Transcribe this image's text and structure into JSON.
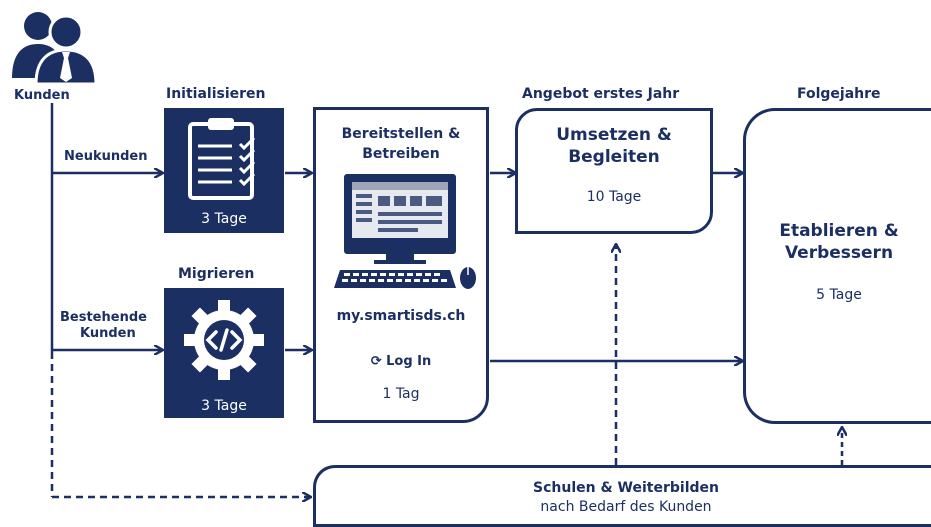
{
  "customers_label": "Kunden",
  "new_customers_label": "Neukunden",
  "existing_customers_label_line1": "Bestehende",
  "existing_customers_label_line2": "Kunden",
  "initialize": {
    "title": "Initialisieren",
    "duration": "3 Tage",
    "icon": "clipboard-checklist-icon"
  },
  "migrate": {
    "title": "Migrieren",
    "duration": "3 Tage",
    "icon": "gear-code-icon"
  },
  "provide": {
    "title_line1": "Bereitstellen &",
    "title_line2": "Betreiben",
    "url": "my.smartisds.ch",
    "login": "Log In",
    "duration": "1 Tag",
    "icon": "computer-icon"
  },
  "first_year_offer": {
    "header": "Angebot erstes Jahr",
    "title_line1": "Umsetzen &",
    "title_line2": "Begleiten",
    "duration": "10 Tage"
  },
  "following_years": {
    "header": "Folgejahre",
    "title_line1": "Etablieren &",
    "title_line2": "Verbessern",
    "duration": "5 Tage"
  },
  "training": {
    "title": "Schulen & Weiterbilden",
    "subtitle": "nach Bedarf des Kunden"
  },
  "colors": {
    "primary": "#1b2f63",
    "background": "#ffffff"
  }
}
